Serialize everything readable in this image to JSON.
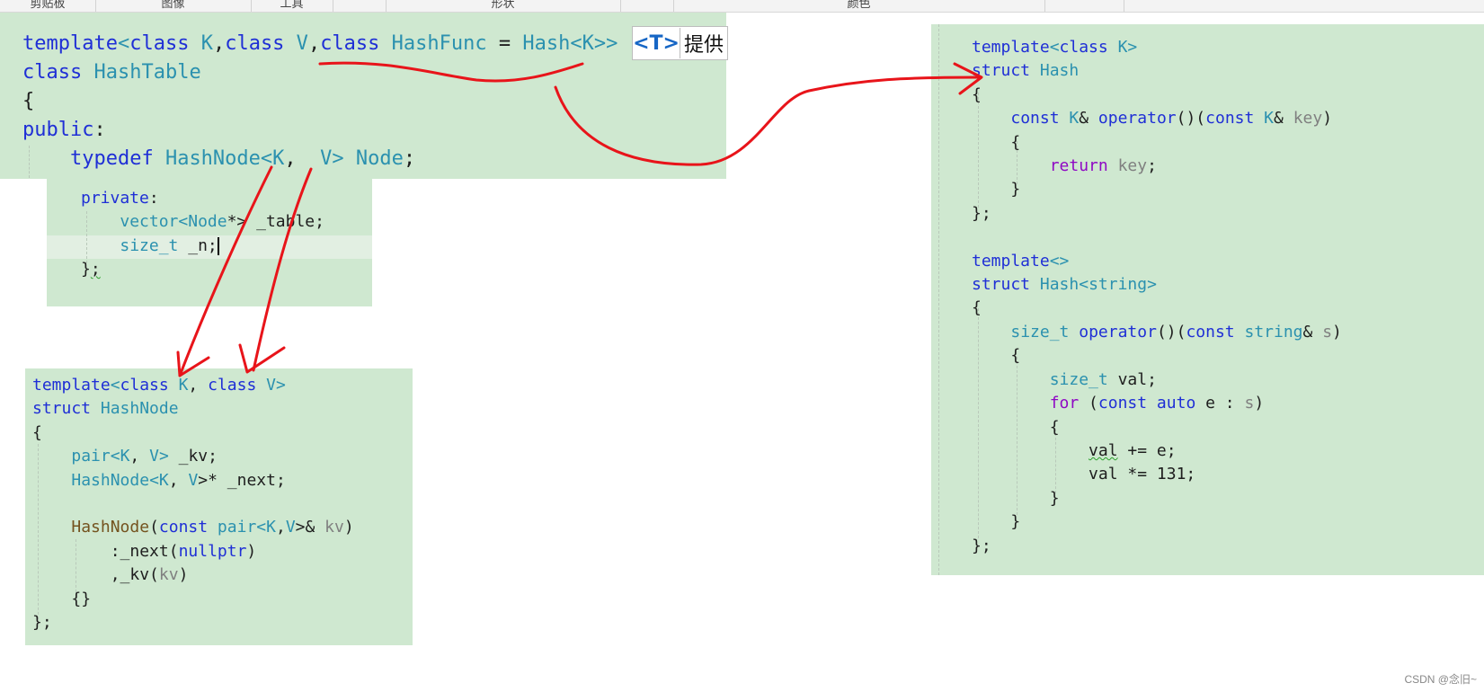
{
  "ribbon": {
    "groups": [
      "剪贴板",
      "图像",
      "工具",
      "",
      "形状",
      "",
      "颜色",
      ""
    ]
  },
  "tooltip": {
    "badge": "<T>",
    "text": "提供"
  },
  "hashtable_code": {
    "line1": {
      "t1": "template",
      "t2": "<",
      "t3": "class",
      "t4": " K",
      "t5": ",",
      "t6": "class",
      "t7": " V",
      "t8": ",",
      "t9": "class",
      "t10": " HashFunc",
      "t11": " = ",
      "t12": "Hash",
      "t13": "<",
      "t14": "K",
      "t15": ">>"
    },
    "line2": {
      "t1": "class",
      "t2": " HashTable"
    },
    "line3": "{",
    "line4": {
      "t1": "public",
      "t2": ":"
    },
    "line5": {
      "t1": "typedef",
      "t2": " HashNode",
      "t3": "<",
      "t4": "K",
      "t5": ",  ",
      "t6": "V",
      "t7": ">",
      "t8": " Node",
      "t9": ";"
    }
  },
  "private_code": {
    "line1": {
      "t1": "private",
      "t2": ":"
    },
    "line2": {
      "t1": "vector",
      "t2": "<",
      "t3": "Node",
      "t4": "*> ",
      "t5": "_table;"
    },
    "line3": {
      "t1": "size_t",
      "t2": " _n;"
    },
    "line4": {
      "t1": "}",
      "t2": ";"
    }
  },
  "hashnode_code": {
    "l1": {
      "t1": "template",
      "t2": "<",
      "t3": "class",
      "t4": " K",
      "t5": ", ",
      "t6": "class",
      "t7": " V",
      "t8": ">"
    },
    "l2": {
      "t1": "struct",
      "t2": " HashNode"
    },
    "l3": "{",
    "l4": {
      "t1": "pair",
      "t2": "<",
      "t3": "K",
      "t4": ", ",
      "t5": "V",
      "t6": ">",
      "t7": " _kv;"
    },
    "l5": {
      "t1": "HashNode",
      "t2": "<",
      "t3": "K",
      "t4": ", ",
      "t5": "V",
      "t6": ">* _next;"
    },
    "l6": {
      "t1": "HashNode",
      "t2": "(",
      "t3": "const",
      "t4": " pair",
      "t5": "<",
      "t6": "K",
      "t7": ",",
      "t8": "V",
      "t9": ">& ",
      "t10": "kv",
      "t11": ")"
    },
    "l7": {
      "t1": ":_next(",
      "t2": "nullptr",
      "t3": ")"
    },
    "l8": {
      "t1": ",_kv(",
      "t2": "kv",
      "t3": ")"
    },
    "l9": "{}",
    "l10": "};"
  },
  "hash_code": {
    "l1": {
      "t1": "template",
      "t2": "<",
      "t3": "class",
      "t4": " K",
      "t5": ">"
    },
    "l2": {
      "t1": "struct",
      "t2": " Hash"
    },
    "l3": "{",
    "l4": {
      "t1": "const",
      "t2": " K",
      "t3": "& ",
      "t4": "operator",
      "t5": "()(",
      "t6": "const",
      "t7": " K",
      "t8": "& ",
      "t9": "key",
      "t10": ")"
    },
    "l5": "{",
    "l6": {
      "t1": "return",
      "t2": " key",
      "t3": ";"
    },
    "l7": "}",
    "l8": "};",
    "l9": {
      "t1": "template",
      "t2": "<>"
    },
    "l10": {
      "t1": "struct",
      "t2": " Hash",
      "t3": "<",
      "t4": "string",
      "t5": ">"
    },
    "l11": "{",
    "l12": {
      "t1": "size_t",
      "t2": " operator",
      "t3": "()(",
      "t4": "const",
      "t5": " string",
      "t6": "& ",
      "t7": "s",
      "t8": ")"
    },
    "l13": "{",
    "l14": {
      "t1": "size_t",
      "t2": " val",
      "t3": ";"
    },
    "l15": {
      "t1": "for",
      "t2": " (",
      "t3": "const",
      "t4": " auto",
      "t5": " e : ",
      "t6": "s",
      "t7": ")"
    },
    "l16": "{",
    "l17": {
      "t1": "val",
      "t2": " += e;"
    },
    "l18": {
      "t1": "val",
      "t2": " *= 131;"
    },
    "l19": "}",
    "l20": "}",
    "l21": "};"
  },
  "watermark": "CSDN @念旧~"
}
